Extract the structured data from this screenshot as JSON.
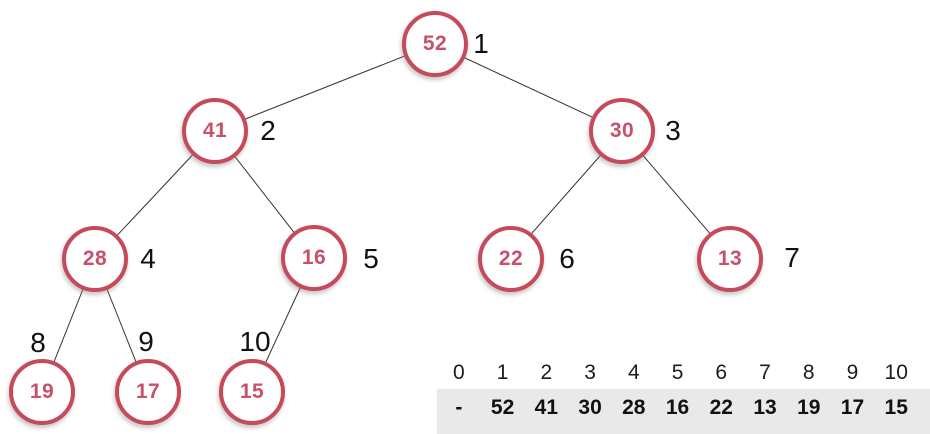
{
  "heap": {
    "accent_color": "#c64a5b",
    "value_text_color": "#c8506a",
    "edge_color": "#333333",
    "nodes": [
      {
        "value": "52",
        "index": "1"
      },
      {
        "value": "41",
        "index": "2"
      },
      {
        "value": "30",
        "index": "3"
      },
      {
        "value": "28",
        "index": "4"
      },
      {
        "value": "16",
        "index": "5"
      },
      {
        "value": "22",
        "index": "6"
      },
      {
        "value": "13",
        "index": "7"
      },
      {
        "value": "19",
        "index": "8"
      },
      {
        "value": "17",
        "index": "9"
      },
      {
        "value": "15",
        "index": "10"
      }
    ],
    "edges": [
      [
        1,
        2
      ],
      [
        1,
        3
      ],
      [
        2,
        4
      ],
      [
        2,
        5
      ],
      [
        3,
        6
      ],
      [
        3,
        7
      ],
      [
        4,
        8
      ],
      [
        4,
        9
      ],
      [
        5,
        10
      ]
    ]
  },
  "array": {
    "band_color": "#e9e9e9",
    "indices": [
      "0",
      "1",
      "2",
      "3",
      "4",
      "5",
      "6",
      "7",
      "8",
      "9",
      "10"
    ],
    "values": [
      "-",
      "52",
      "41",
      "30",
      "28",
      "16",
      "22",
      "13",
      "19",
      "17",
      "15"
    ]
  }
}
